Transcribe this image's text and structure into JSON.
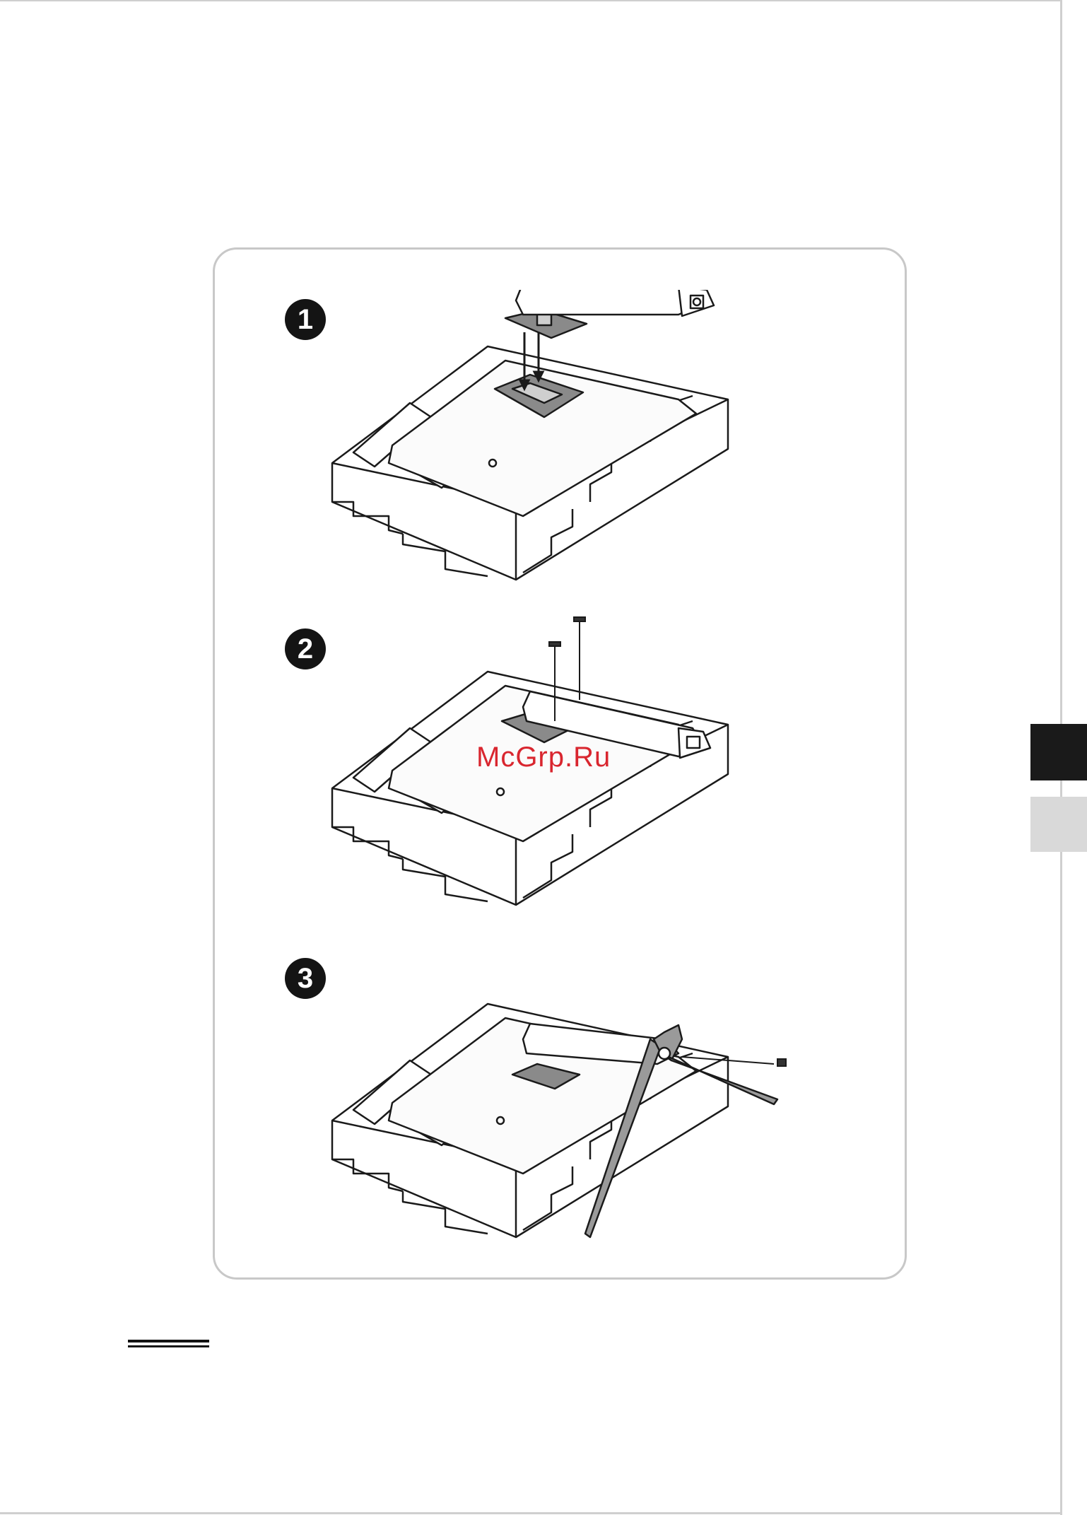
{
  "steps": [
    {
      "number": "1",
      "illustration": "stand-arm-attach-to-monitor-back"
    },
    {
      "number": "2",
      "illustration": "screws-fasten-stand-arm"
    },
    {
      "number": "3",
      "illustration": "stand-base-attach-with-screw"
    }
  ],
  "watermark": {
    "text": "McGrp.Ru",
    "color": "#d9262f"
  },
  "colors": {
    "badge": "#141414",
    "frame_border": "#c8c8c8",
    "tab_dark": "#1a1a1a",
    "tab_light": "#d9d9d9"
  }
}
